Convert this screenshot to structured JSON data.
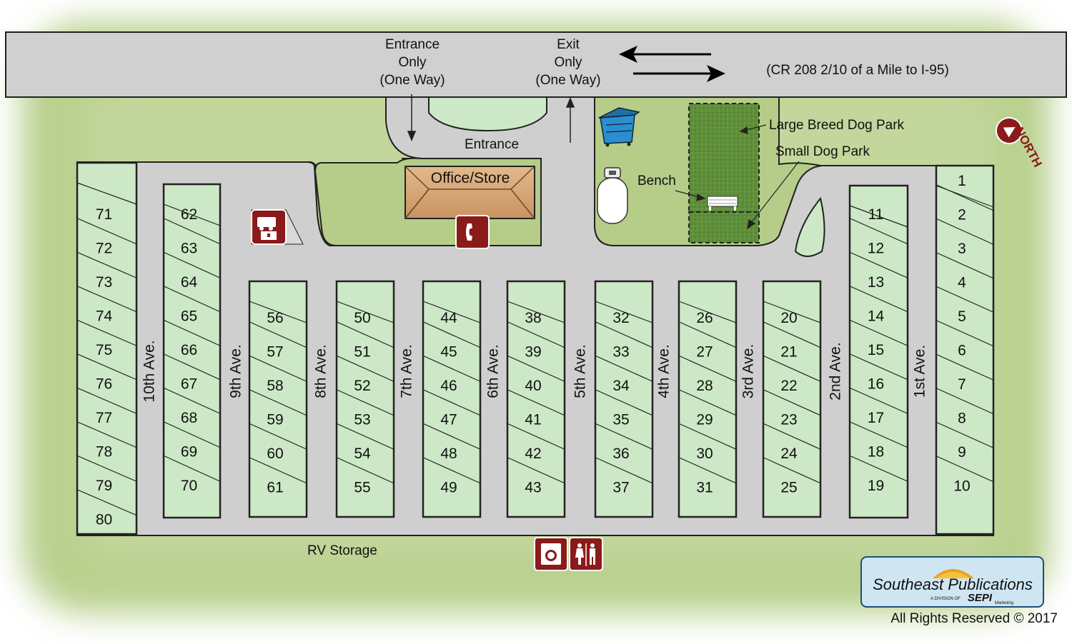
{
  "road": {
    "entrance_lines": [
      "Entrance",
      "Only",
      "(One Way)"
    ],
    "exit_lines": [
      "Exit",
      "Only",
      "(One Way)"
    ],
    "highway_label": "(CR 208 2/10 of a Mile to I-95)"
  },
  "labels": {
    "entrance": "Entrance",
    "office": "Office/Store",
    "bench": "Bench",
    "large_dog_park": "Large Breed Dog Park",
    "small_dog_park": "Small Dog Park",
    "rv_storage": "RV Storage",
    "north": "NORTH"
  },
  "avenues": [
    "10th Ave.",
    "9th Ave.",
    "8th Ave.",
    "7th Ave.",
    "6th Ave.",
    "5th Ave.",
    "4th Ave.",
    "3rd Ave.",
    "2nd Ave.",
    "1st Ave."
  ],
  "site_columns": [
    {
      "sites": [
        "71",
        "72",
        "73",
        "74",
        "75",
        "76",
        "77",
        "78",
        "79",
        "80"
      ]
    },
    {
      "sites": [
        "62",
        "63",
        "64",
        "65",
        "66",
        "67",
        "68",
        "69",
        "70"
      ]
    },
    {
      "sites": [
        "56",
        "57",
        "58",
        "59",
        "60",
        "61"
      ]
    },
    {
      "sites": [
        "50",
        "51",
        "52",
        "53",
        "54",
        "55"
      ]
    },
    {
      "sites": [
        "44",
        "45",
        "46",
        "47",
        "48",
        "49"
      ]
    },
    {
      "sites": [
        "38",
        "39",
        "40",
        "41",
        "42",
        "43"
      ]
    },
    {
      "sites": [
        "32",
        "33",
        "34",
        "35",
        "36",
        "37"
      ]
    },
    {
      "sites": [
        "26",
        "27",
        "28",
        "29",
        "30",
        "31"
      ]
    },
    {
      "sites": [
        "20",
        "21",
        "22",
        "23",
        "24",
        "25"
      ]
    },
    {
      "sites": [
        "11",
        "12",
        "13",
        "14",
        "15",
        "16",
        "17",
        "18",
        "19"
      ]
    },
    {
      "sites": [
        "1",
        "2",
        "3",
        "4",
        "5",
        "6",
        "7",
        "8",
        "9",
        "10"
      ]
    }
  ],
  "icons": [
    "dump-station-icon",
    "phone-icon",
    "laundry-icon",
    "restroom-icon",
    "dumpster-icon",
    "propane-tank-icon"
  ],
  "logo": {
    "name": "Southeast Publications",
    "tagline": "A DIVISION OF",
    "parent": "SEPI",
    "parent_sub": "Marketing"
  },
  "footer": {
    "copyright": "All Rights Reserved © 2017"
  },
  "colors": {
    "site_fill": "#cde8c6",
    "grass": "#b9d08e",
    "road": "#cfcfcf",
    "icon_red": "#8b1a1a",
    "dog_park": "#5f8f3b"
  }
}
